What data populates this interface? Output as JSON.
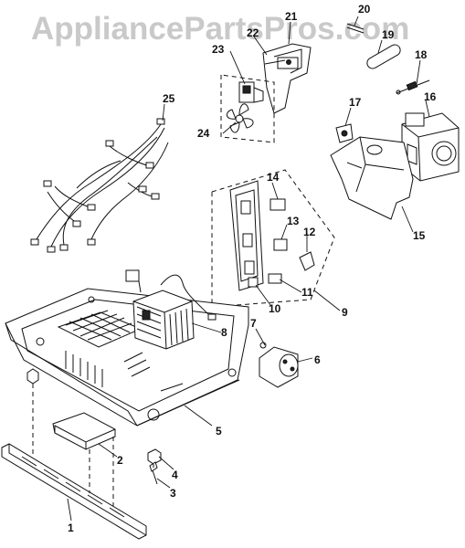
{
  "watermark": "AppliancePartsPros.com",
  "callouts": {
    "p1": "1",
    "p2": "2",
    "p3": "3",
    "p4": "4",
    "p5": "5",
    "p6": "6",
    "p7": "7",
    "p8": "8",
    "p9": "9",
    "p10": "10",
    "p11": "11",
    "p12": "12",
    "p13": "13",
    "p14": "14",
    "p15": "15",
    "p16": "16",
    "p17": "17",
    "p18": "18",
    "p19": "19",
    "p20": "20",
    "p21": "21",
    "p22": "22",
    "p23": "23",
    "p24": "24",
    "p25": "25"
  }
}
